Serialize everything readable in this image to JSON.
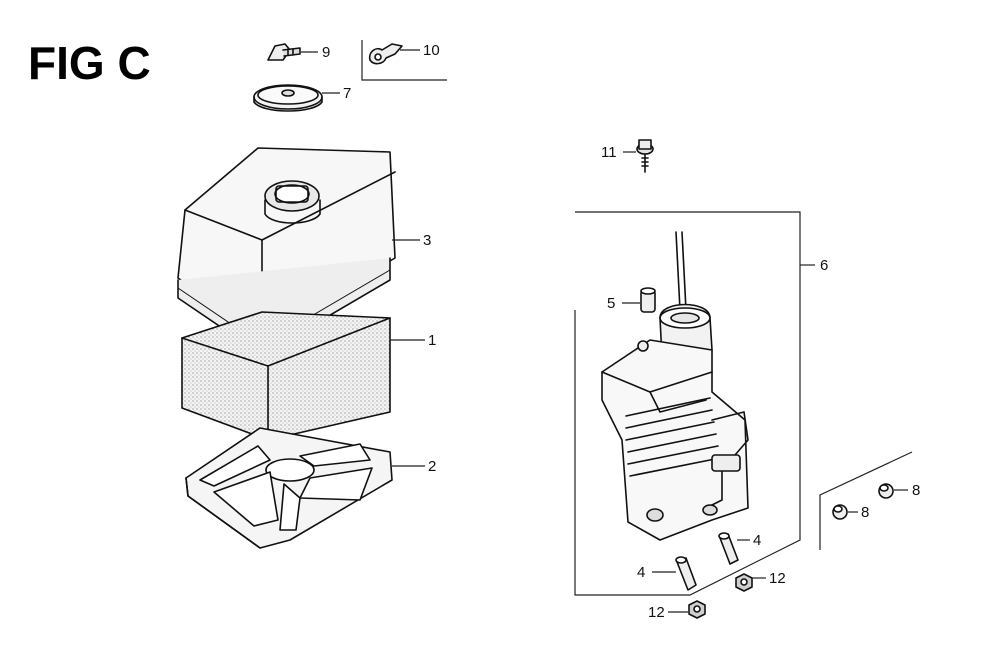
{
  "figure": {
    "title": "FIG C"
  },
  "callouts": [
    {
      "id": "c9",
      "label": "9"
    },
    {
      "id": "c10",
      "label": "10"
    },
    {
      "id": "c7",
      "label": "7"
    },
    {
      "id": "c3",
      "label": "3"
    },
    {
      "id": "c1",
      "label": "1"
    },
    {
      "id": "c2",
      "label": "2"
    },
    {
      "id": "c11",
      "label": "11"
    },
    {
      "id": "c6",
      "label": "6"
    },
    {
      "id": "c5",
      "label": "5"
    },
    {
      "id": "c4a",
      "label": "4"
    },
    {
      "id": "c4b",
      "label": "4"
    },
    {
      "id": "c12a",
      "label": "12"
    },
    {
      "id": "c12b",
      "label": "12"
    },
    {
      "id": "c8a",
      "label": "8"
    },
    {
      "id": "c8b",
      "label": "8"
    }
  ]
}
